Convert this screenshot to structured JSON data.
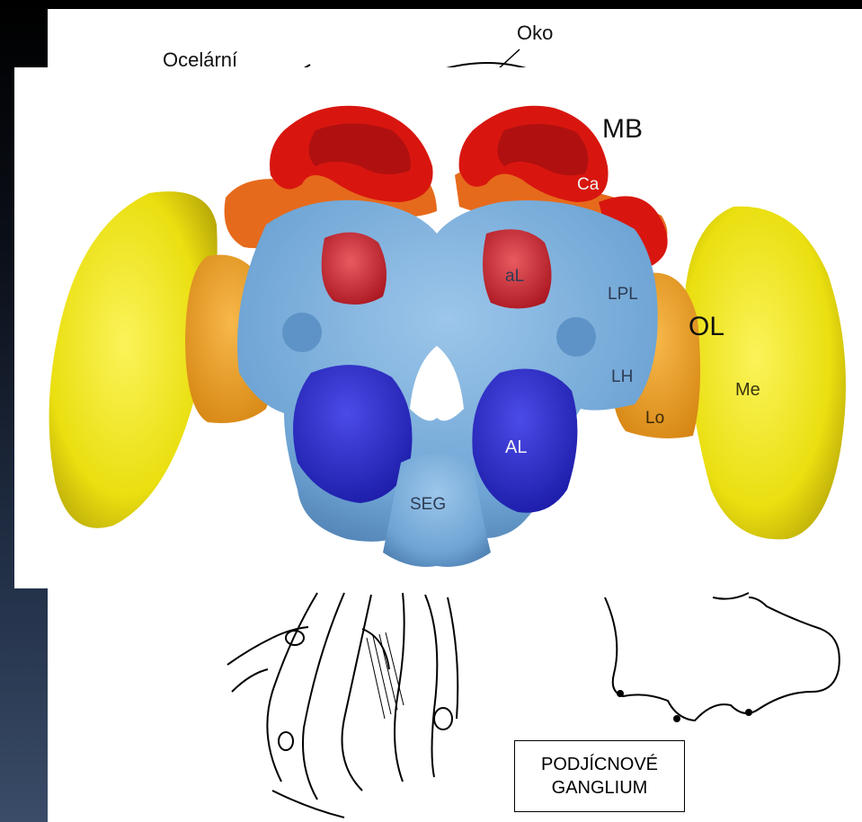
{
  "labels": {
    "ocelarni": "Ocelární",
    "oko": "Oko",
    "mb": "MB",
    "ca": "Ca",
    "al_lower": "aL",
    "lpl": "LPL",
    "ol": "OL",
    "lh": "LH",
    "me": "Me",
    "lo": "Lo",
    "al_upper": "AL",
    "seg": "SEG"
  },
  "ganglion_box": {
    "line1": "PODJÍCNOVÉ",
    "line2": "GANGLIUM"
  },
  "colors": {
    "mushroom_body": "#d8160f",
    "mushroom_body_outer": "#e9641a",
    "optic_lobe_medulla": "#f2ea16",
    "optic_lobe_lobula": "#f0a21e",
    "central_brain": "#6fa6d6",
    "antennal_lobe": "#2424c4",
    "alpha_lobe": "#c8202c",
    "background_dark": "#000000",
    "sheet": "#ffffff"
  }
}
